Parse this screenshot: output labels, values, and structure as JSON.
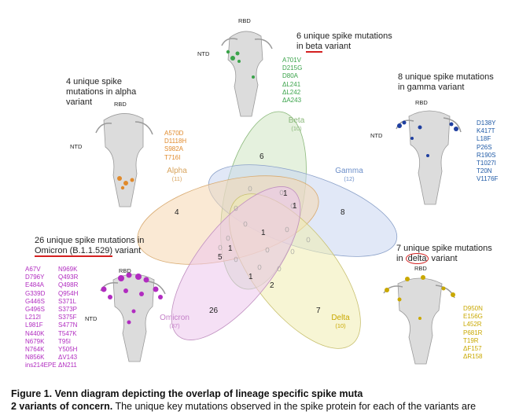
{
  "colors": {
    "alpha": "#e08a2c",
    "beta": "#3aa34a",
    "gamma": "#1f5aa6",
    "delta": "#c9a800",
    "omicron": "#b12cc0",
    "underline": "#d42020",
    "structure": "#9a9a9a"
  },
  "venn": {
    "sets": [
      {
        "key": "alpha",
        "label": "Alpha",
        "count": "(11)",
        "fill": "#f6d7b0"
      },
      {
        "key": "beta",
        "label": "Beta",
        "count": "(10)",
        "fill": "#cfe6c2"
      },
      {
        "key": "gamma",
        "label": "Gamma",
        "count": "(12)",
        "fill": "#c9d6f0"
      },
      {
        "key": "delta",
        "label": "Delta",
        "count": "(10)",
        "fill": "#f0ecb0"
      },
      {
        "key": "omicron",
        "label": "Omicron",
        "count": "(37)",
        "fill": "#ecc7ec"
      }
    ],
    "region_counts": [
      "6",
      "4",
      "8",
      "26",
      "7",
      "1",
      "1",
      "5",
      "1",
      "1",
      "2",
      "1"
    ]
  },
  "panels": {
    "beta": {
      "title_line1": "6 unique spike mutations",
      "title_line2_pre": "in ",
      "title_line2_hl": "beta",
      "title_line2_post": " variant",
      "mutations": [
        "A701V",
        "D215G",
        "D80A",
        "ΔL241",
        "ΔL242",
        "ΔA243"
      ],
      "rbd": "RBD",
      "ntd": "NTD"
    },
    "alpha": {
      "title_line1": "4 unique spike",
      "title_line2": "mutations in alpha",
      "title_line3": "variant",
      "mutations": [
        "A570D",
        "D1118H",
        "S982A",
        "T716I"
      ],
      "rbd": "RBD",
      "ntd": "NTD"
    },
    "gamma": {
      "title_line1": "8 unique spike mutations",
      "title_line2": "in gamma variant",
      "mutations": [
        "D138Y",
        "K417T",
        "L18F",
        "P26S",
        "R190S",
        "T1027I",
        "T20N",
        "V1176F"
      ],
      "rbd": "RBD",
      "ntd": "NTD"
    },
    "omicron": {
      "title_line1": "26 unique spike mutations in",
      "title_line2_hl": "Omicron (B.1.1.529)",
      "title_line2_post": " variant",
      "mutations_col1": [
        "A67V",
        "D796Y",
        "E484A",
        "G339D",
        "G446S",
        "G496S",
        "L212I",
        "L981F",
        "N440K",
        "N679K",
        "N764K",
        "N856K",
        "ins214EPE"
      ],
      "mutations_col2": [
        "N969K",
        "Q493R",
        "Q498R",
        "Q954H",
        "S371L",
        "S373P",
        "S375F",
        "S477N",
        "T547K",
        "T95I",
        "Y505H",
        "ΔV143",
        "ΔN211"
      ],
      "rbd": "RBD",
      "ntd": "NTD"
    },
    "delta": {
      "title_line1": "7 unique spike mutations",
      "title_line2_pre": "in ",
      "title_line2_hl": "delta",
      "title_line2_post": " variant",
      "mutations": [
        "D950N",
        "E156G",
        "L452R",
        "P681R",
        "T19R",
        "ΔF157",
        "ΔR158"
      ],
      "rbd": "RBD"
    }
  },
  "caption": {
    "bold": "Figure 1. Venn diagram depicting the overlap of lineage specific spike muta",
    "bold_tail": "2 variants of concern.",
    "normal": " The unique key mutations observed in the spike protein for each of the variants are"
  }
}
